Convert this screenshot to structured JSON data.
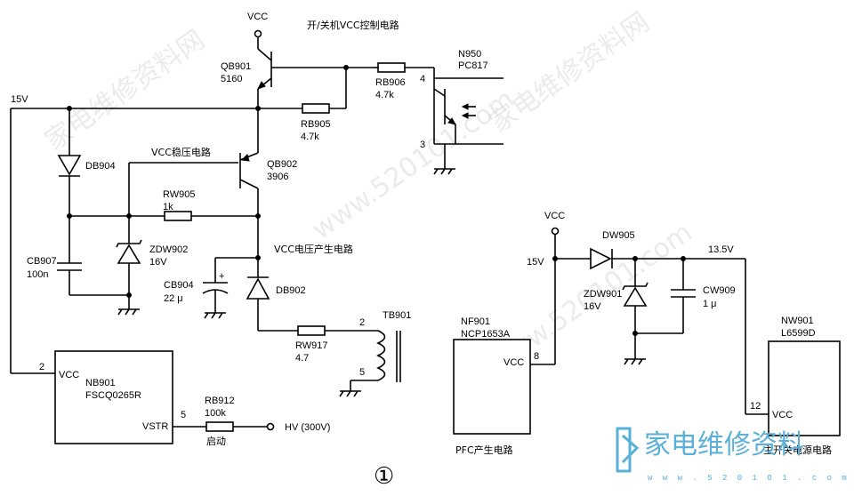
{
  "figure_number": "①",
  "titles": {
    "power_switch": "开/关机VCC控制电路",
    "vcc_regulator": "VCC稳压电路",
    "vcc_generation": "VCC电压产生电路",
    "pfc": "PFC产生电路",
    "main_switch": "主开关电源电路"
  },
  "nets": {
    "vcc_top": "VCC",
    "v15_left": "15V",
    "vcc_right": "VCC",
    "v15_right": "15V",
    "v13_5": "13.5V",
    "hv": "HV (300V)"
  },
  "components": {
    "qb901": {
      "ref": "QB901",
      "value": "5160"
    },
    "qb902": {
      "ref": "QB902",
      "value": "3906"
    },
    "rb906": {
      "ref": "RB906",
      "value": "4.7k"
    },
    "rb905": {
      "ref": "RB905",
      "value": "4.7k"
    },
    "rw905": {
      "ref": "RW905",
      "value": "1k"
    },
    "rw917": {
      "ref": "RW917",
      "value": "4.7"
    },
    "rb912": {
      "ref": "RB912",
      "value": "100k",
      "note": "启动"
    },
    "db904": {
      "ref": "DB904"
    },
    "db902": {
      "ref": "DB902"
    },
    "zdw902": {
      "ref": "ZDW902",
      "value": "16V"
    },
    "cb907": {
      "ref": "CB907",
      "value": "100n"
    },
    "cb904": {
      "ref": "CB904",
      "value": "22 μ"
    },
    "n950": {
      "ref": "N950",
      "value": "PC817",
      "pin4": "4",
      "pin3": "3"
    },
    "tb901": {
      "ref": "TB901",
      "pin2": "2",
      "pin5": "5"
    },
    "nb901": {
      "ref": "NB901",
      "value": "FSCQ0265R",
      "vcc": "VCC",
      "vstr": "VSTR",
      "pin2": "2",
      "pin5": "5"
    },
    "dw905": {
      "ref": "DW905"
    },
    "zdw901": {
      "ref": "ZDW901",
      "value": "16V"
    },
    "cw909": {
      "ref": "CW909",
      "value": "1 μ"
    },
    "nf901": {
      "ref": "NF901",
      "value": "NCP1653A",
      "vcc": "VCC",
      "pin8": "8"
    },
    "nw901": {
      "ref": "NW901",
      "value": "L6599D",
      "vcc": "VCC",
      "pin12": "12"
    }
  },
  "watermark": {
    "text": "家电维修资料网",
    "url": "www.520101.com",
    "logo": "家电维修资料",
    "logo_url": "w w w . 5 2 0 1 0 1 . c o m"
  },
  "colors": {
    "line": "#000000",
    "watermark": "#5ab0d8"
  }
}
